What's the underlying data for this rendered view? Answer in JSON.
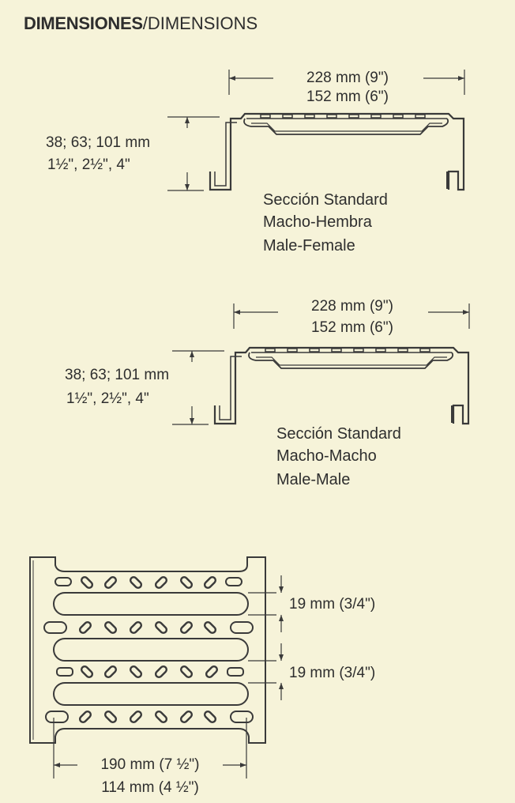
{
  "title": {
    "es": "DIMENSIONES",
    "separator": "/",
    "en": "DIMENSIONS"
  },
  "sections": [
    {
      "width_large": "228 mm (9\")",
      "width_small": "152 mm (6\")",
      "height_mm": "38; 63; 101 mm",
      "height_in": "1½\", 2½\", 4\"",
      "caption_1": "Sección Standard",
      "caption_2": "Macho-Hembra",
      "caption_3": "Male-Female"
    },
    {
      "width_large": "228 mm (9\")",
      "width_small": "152 mm (6\")",
      "height_mm": "38; 63; 101 mm",
      "height_in": "1½\", 2½\", 4\"",
      "caption_1": "Sección Standard",
      "caption_2": "Macho-Macho",
      "caption_3": "Male-Male"
    }
  ],
  "grating": {
    "slot_dim_1": "19 mm (3/4\")",
    "slot_dim_2": "19 mm (3/4\")",
    "width_large": "190 mm (7 ½\")",
    "width_small": "114 mm (4 ½\")"
  }
}
